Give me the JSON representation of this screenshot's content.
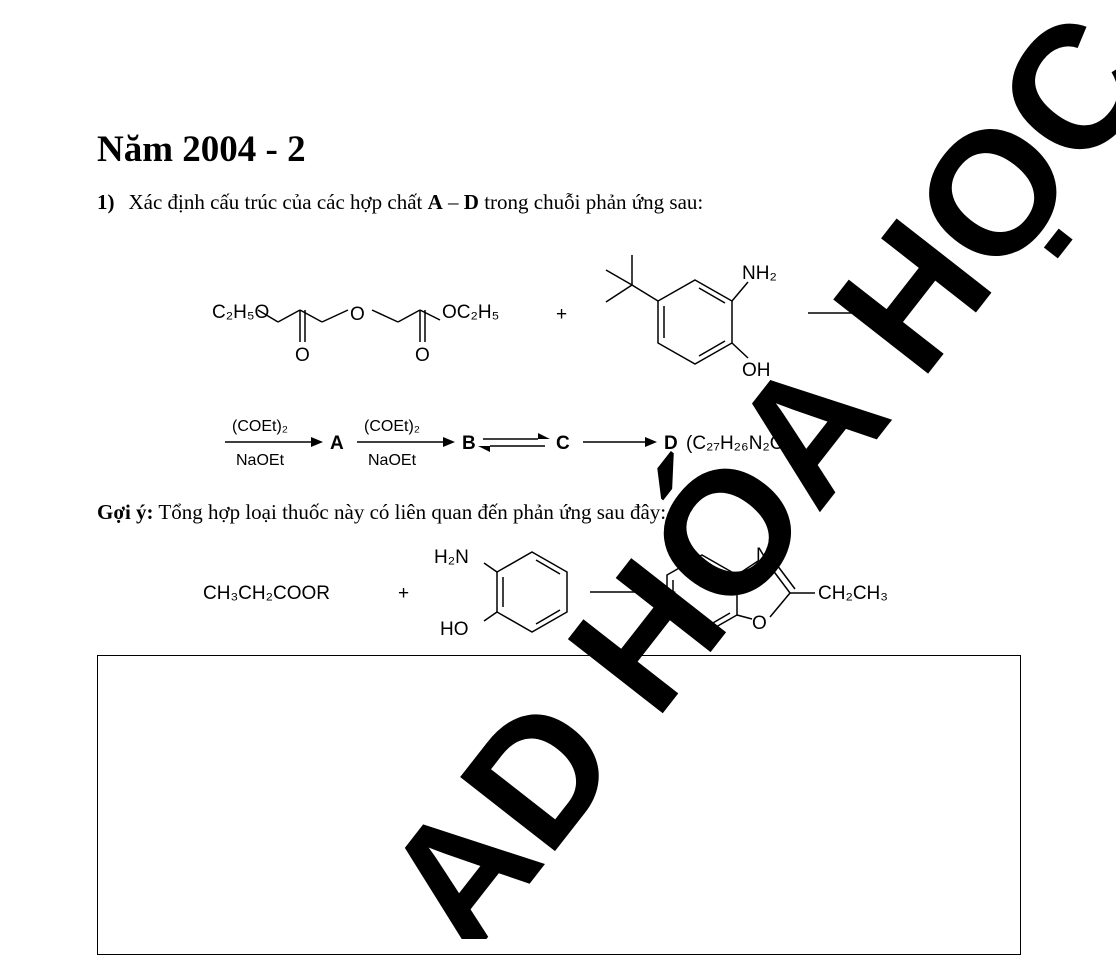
{
  "title": "Năm 2004 - 2",
  "question": {
    "number": "1)",
    "text_before": "Xác định cấu trúc của các hợp chất ",
    "compound_a": "A",
    "dash": " – ",
    "compound_d": "D",
    "text_after": " trong chuỗi phản ứng sau:"
  },
  "scheme1": {
    "ester_left": "C₂H₅O",
    "ether_o": "O",
    "ester_right": "OC₂H₅",
    "carbonyl_o": "O",
    "plus": "+",
    "amine": "NH₂",
    "hydroxyl": "OH",
    "product": "A"
  },
  "scheme2": {
    "reagent1_top": "(COEt)₂",
    "reagent1_bottom": "NaOEt",
    "a": "A",
    "reagent2_top": "(COEt)₂",
    "reagent2_bottom": "NaOEt",
    "b": "B",
    "c": "C",
    "d": "D",
    "formula": "(C₂₇H₂₆N₂O₅)"
  },
  "hint": {
    "label": "Gợi ý:",
    "text": " Tổng hợp loại thuốc này có liên quan đến phản ứng sau đây:"
  },
  "scheme3": {
    "reactant": "CH₃CH₂COOR",
    "plus": "+",
    "amine": "H₂N",
    "hydroxyl": "HO",
    "ring_n": "N",
    "ring_o": "O",
    "substituent": "CH₂CH₃"
  },
  "watermark": {
    "text": "AD HÓA HỌC",
    "color": "#ff0000"
  }
}
